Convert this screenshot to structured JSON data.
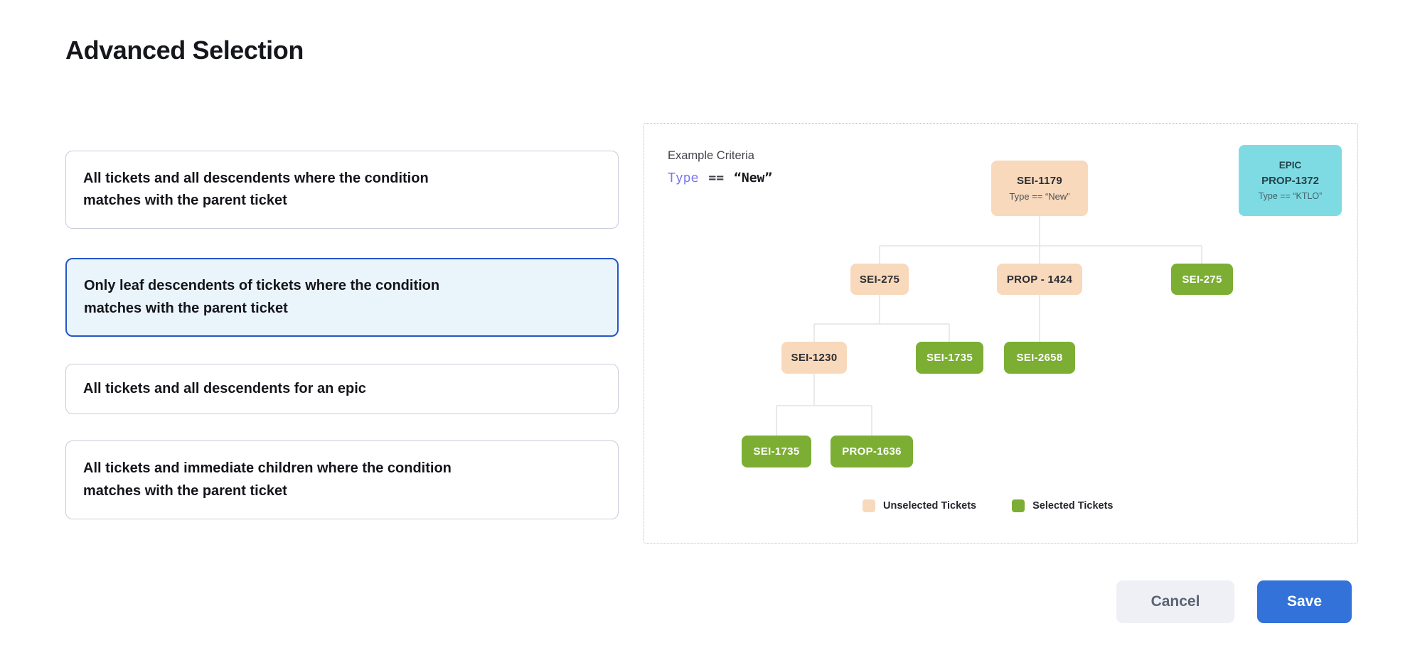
{
  "page": {
    "title": "Advanced Selection"
  },
  "options": [
    {
      "label": "All tickets and all descendents where the condition matches with the parent ticket",
      "selected": false
    },
    {
      "label": "Only leaf descendents of tickets where the condition matches with the parent ticket",
      "selected": true
    },
    {
      "label": "All tickets and all descendents for an epic",
      "selected": false
    },
    {
      "label": "All tickets and immediate children where the condition matches with the parent ticket",
      "selected": false
    }
  ],
  "example": {
    "heading": "Example Criteria",
    "criteria": {
      "field": "Type",
      "operator": "==",
      "value": "“New”"
    },
    "epic_card": {
      "tag": "EPIC",
      "id": "PROP-1372",
      "condition": "Type == “KTLO”"
    },
    "tree": {
      "root": {
        "id": "SEI-1179",
        "condition": "Type == “New”",
        "state": "unselected"
      },
      "nodes": [
        {
          "id": "SEI-275",
          "state": "unselected"
        },
        {
          "id": "PROP - 1424",
          "state": "unselected"
        },
        {
          "id": "SEI-275",
          "state": "selected"
        },
        {
          "id": "SEI-1230",
          "state": "unselected"
        },
        {
          "id": "SEI-1735",
          "state": "selected"
        },
        {
          "id": "SEI-2658",
          "state": "selected"
        },
        {
          "id": "SEI-1735",
          "state": "selected"
        },
        {
          "id": "PROP-1636",
          "state": "selected"
        }
      ]
    },
    "legend": [
      {
        "label": "Unselected Tickets",
        "state": "unselected"
      },
      {
        "label": "Selected Tickets",
        "state": "selected"
      }
    ]
  },
  "actions": {
    "cancel": "Cancel",
    "save": "Save"
  },
  "colors": {
    "unselected_ticket": "#F8D9BC",
    "selected_ticket": "#7CAE33",
    "epic_card": "#7FDBE3",
    "selected_option_border": "#2457C5",
    "selected_option_background": "#E9F4FB",
    "save_button": "#3272D9",
    "criteria_field": "#7B78F1"
  }
}
